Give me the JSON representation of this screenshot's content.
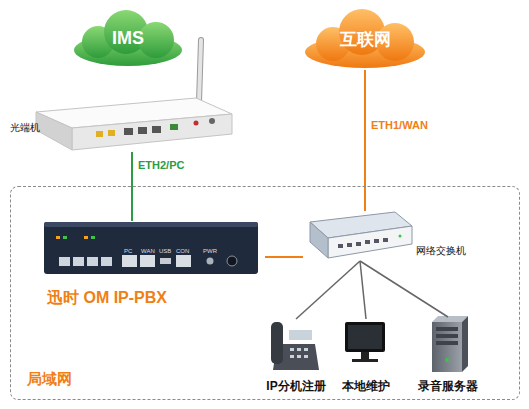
{
  "diagram": {
    "nodes": [
      {
        "text": [
          "IMS"
        ]
      },
      {
        "text": [
          "互联网"
        ]
      },
      {
        "text": [
          "光端机"
        ]
      },
      {
        "text": [
          "局域网"
        ]
      },
      {
        "text": [
          "迅时 OM IP-PBX"
        ],
        "in": 3
      },
      {
        "text": [
          "网络交换机"
        ],
        "in": 3
      },
      {
        "text": [
          "IP分机注册"
        ],
        "in": 3
      },
      {
        "text": [
          "本地维护"
        ],
        "in": 3
      },
      {
        "text": [
          "录音服务器"
        ],
        "in": 3
      }
    ],
    "edges": [
      {
        "from": 2,
        "to": 4,
        "label": "ETH2/PC",
        "arrow": "none"
      },
      {
        "from": 1,
        "to": 5,
        "label": "ETH1/WAN",
        "arrow": "none"
      },
      {
        "from": 4,
        "to": 5,
        "arrow": "none"
      },
      {
        "from": 5,
        "to": 6,
        "arrow": "none"
      },
      {
        "from": 5,
        "to": 7,
        "arrow": "none"
      },
      {
        "from": 5,
        "to": 8,
        "arrow": "none"
      }
    ],
    "labels": [
      "PC",
      "WAN",
      "USB",
      "CON",
      "PWR"
    ]
  }
}
